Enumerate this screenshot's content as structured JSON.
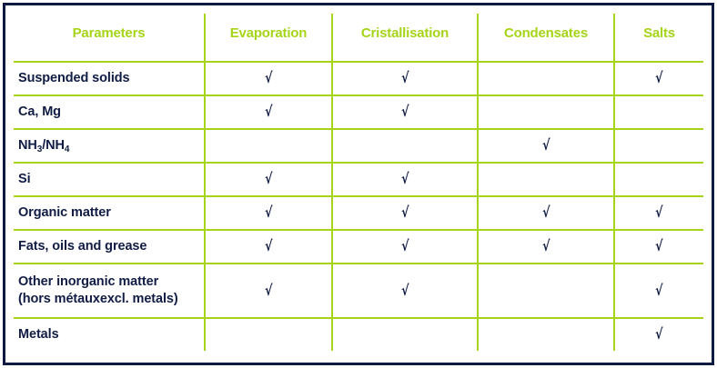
{
  "colors": {
    "accent_green": "#a5d419",
    "text_navy": "#111c45",
    "frame_navy": "#0e1a42",
    "background": "#ffffff"
  },
  "table": {
    "columns": [
      {
        "key": "parameters",
        "label": "Parameters"
      },
      {
        "key": "evaporation",
        "label": "Evaporation"
      },
      {
        "key": "cristallisation",
        "label": "Cristallisation"
      },
      {
        "key": "condensates",
        "label": "Condensates"
      },
      {
        "key": "salts",
        "label": "Salts"
      }
    ],
    "check_symbol": "√",
    "rows": [
      {
        "parameter": "Suspended solids",
        "parameter_line2": "",
        "evaporation": "√",
        "cristallisation": "√",
        "condensates": "",
        "salts": "√"
      },
      {
        "parameter": "Ca, Mg",
        "parameter_line2": "",
        "evaporation": "√",
        "cristallisation": "√",
        "condensates": "",
        "salts": ""
      },
      {
        "parameter": "NH3/NH4",
        "parameter_html": "NH<sub>3</sub>/NH<sub>4</sub>",
        "parameter_line2": "",
        "evaporation": "",
        "cristallisation": "",
        "condensates": "√",
        "salts": ""
      },
      {
        "parameter": "Si",
        "parameter_line2": "",
        "evaporation": "√",
        "cristallisation": "√",
        "condensates": "",
        "salts": ""
      },
      {
        "parameter": "Organic matter",
        "parameter_line2": "",
        "evaporation": "√",
        "cristallisation": "√",
        "condensates": "√",
        "salts": "√"
      },
      {
        "parameter": "Fats, oils and grease",
        "parameter_line2": "",
        "evaporation": "√",
        "cristallisation": "√",
        "condensates": "√",
        "salts": "√"
      },
      {
        "parameter": "Other inorganic matter",
        "parameter_line2": "(hors métauxexcl. metals)",
        "evaporation": "√",
        "cristallisation": "√",
        "condensates": "",
        "salts": "√"
      },
      {
        "parameter": "Metals",
        "parameter_line2": "",
        "evaporation": "",
        "cristallisation": "",
        "condensates": "",
        "salts": "√"
      }
    ]
  }
}
